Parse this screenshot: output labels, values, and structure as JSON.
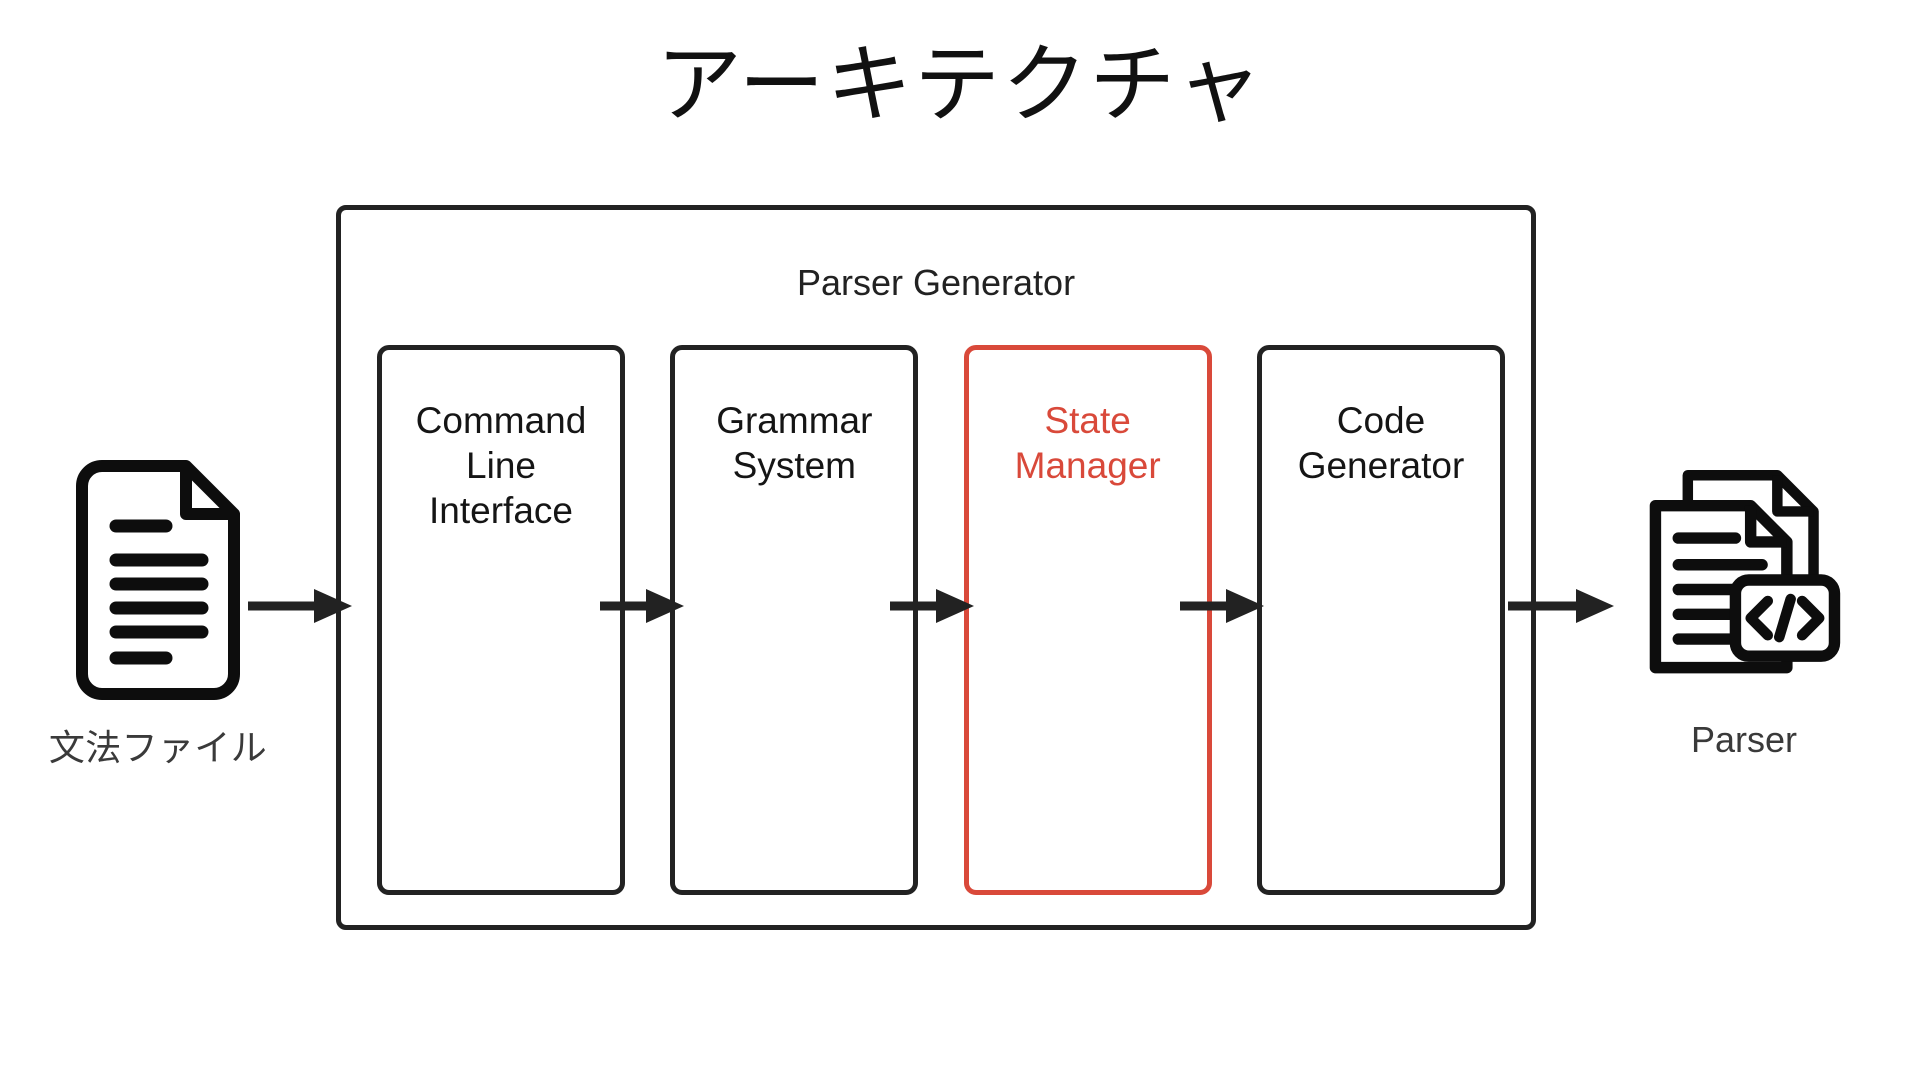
{
  "title": "アーキテクチャ",
  "container": {
    "label": "Parser Generator",
    "border_color": "#222222"
  },
  "stages": [
    {
      "id": "command-line-interface",
      "label": "Command\nLine\nInterface",
      "accent": false,
      "color": "#151515"
    },
    {
      "id": "grammar-system",
      "label": "Grammar\nSystem",
      "accent": false,
      "color": "#151515"
    },
    {
      "id": "state-manager",
      "label": "State\nManager",
      "accent": true,
      "color": "#d9493a"
    },
    {
      "id": "code-generator",
      "label": "Code\nGenerator",
      "accent": false,
      "color": "#151515"
    }
  ],
  "endpoints": {
    "input": {
      "label": "文法ファイル",
      "icon": "document-lines-icon",
      "color": "#3a3a3a"
    },
    "output": {
      "label": "Parser",
      "icon": "code-documents-icon",
      "color": "#3a3a3a"
    }
  },
  "arrows": [
    {
      "id": "arrow-input",
      "from": "文法ファイル",
      "to": "Command Line Interface"
    },
    {
      "id": "arrow-1",
      "from": "Command Line Interface",
      "to": "Grammar System"
    },
    {
      "id": "arrow-2",
      "from": "Grammar System",
      "to": "State Manager"
    },
    {
      "id": "arrow-3",
      "from": "State Manager",
      "to": "Code Generator"
    },
    {
      "id": "arrow-4",
      "from": "Code Generator",
      "to": "Parser"
    }
  ],
  "colors": {
    "accent_red": "#d9493a",
    "stroke_dark": "#222222",
    "text_gray": "#3a3a3a",
    "background": "#ffffff"
  }
}
